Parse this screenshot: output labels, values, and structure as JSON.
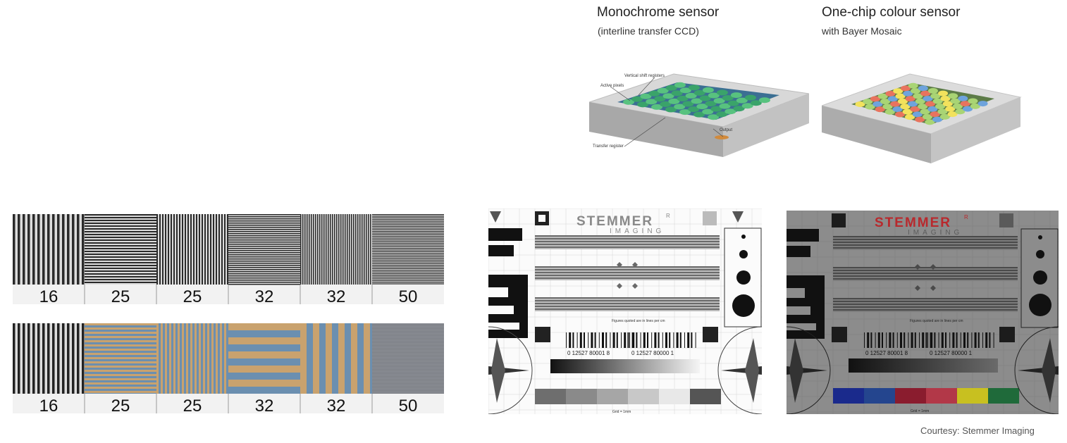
{
  "headers": {
    "mono": {
      "title": "Monochrome sensor",
      "subtitle": "(interline transfer CCD)"
    },
    "color": {
      "title": "One-chip colour sensor",
      "subtitle": "with Bayer Mosaic"
    }
  },
  "ccd_labels": {
    "vertical": "Vertical shift registers",
    "active": "Active pixels",
    "transfer": "Transfer register",
    "output": "Output"
  },
  "resolution_strip": {
    "labels": [
      "16",
      "25",
      "25",
      "32",
      "32",
      "50"
    ]
  },
  "test_chart": {
    "brand": "STEMMER",
    "reg": "R",
    "imaging": "IMAGING",
    "caption": "Figures quoted are in lines per cm",
    "grid": "Grid = 1mm",
    "barcode_a": "0 12527 80001 8",
    "barcode_b": "0 12527 80000 1"
  },
  "courtesy": "Courtesy: Stemmer Imaging",
  "colors": {
    "bayer_red": "#e8735e",
    "bayer_green": "#a9d474",
    "bayer_blue": "#6ea3dc",
    "bayer_yellow": "#f2e25c"
  }
}
